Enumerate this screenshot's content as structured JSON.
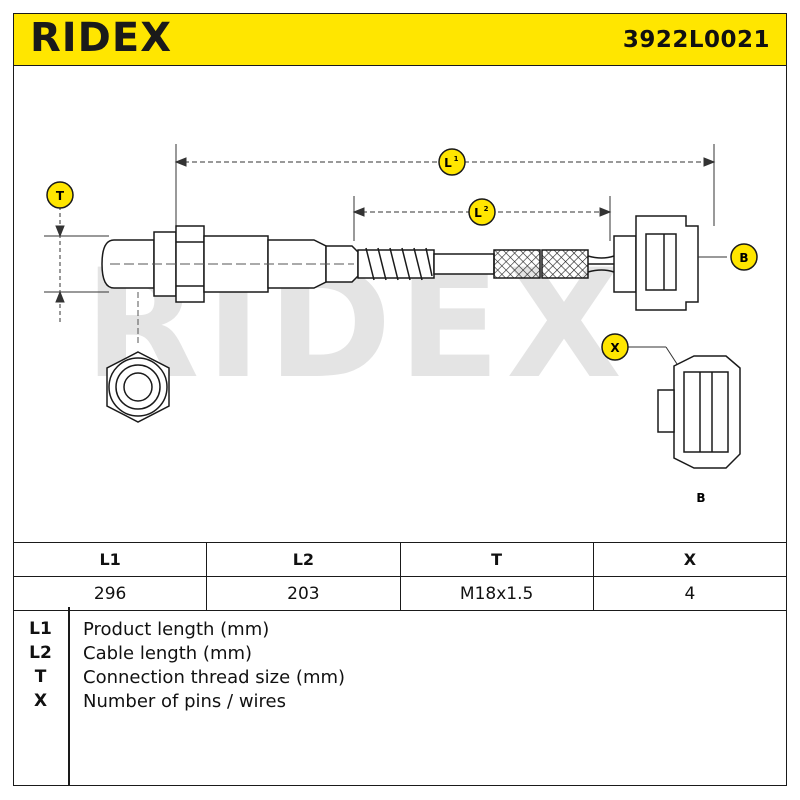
{
  "header": {
    "brand": "RIDEX",
    "part_number": "3922L0021",
    "colors": {
      "header_bg": "#ffe600",
      "ink": "#1a1a1a",
      "watermark": "#e4e4e4"
    }
  },
  "drawing": {
    "watermark": "RIDEX",
    "dim_labels": {
      "l1": "L",
      "l1_sup": "1",
      "l2": "L",
      "l2_sup": "2",
      "t": "T",
      "b": "B",
      "x": "X"
    },
    "connector_caption": "B"
  },
  "dimensions_table": {
    "headers": [
      "L1",
      "L2",
      "T",
      "X"
    ],
    "values": [
      "296",
      "203",
      "M18x1.5",
      "4"
    ]
  },
  "legend": [
    {
      "key": "L1",
      "desc": "Product length (mm)"
    },
    {
      "key": "L2",
      "desc": "Cable length (mm)"
    },
    {
      "key": "T",
      "desc": "Connection thread size (mm)"
    },
    {
      "key": "X",
      "desc": "Number of pins / wires"
    }
  ]
}
